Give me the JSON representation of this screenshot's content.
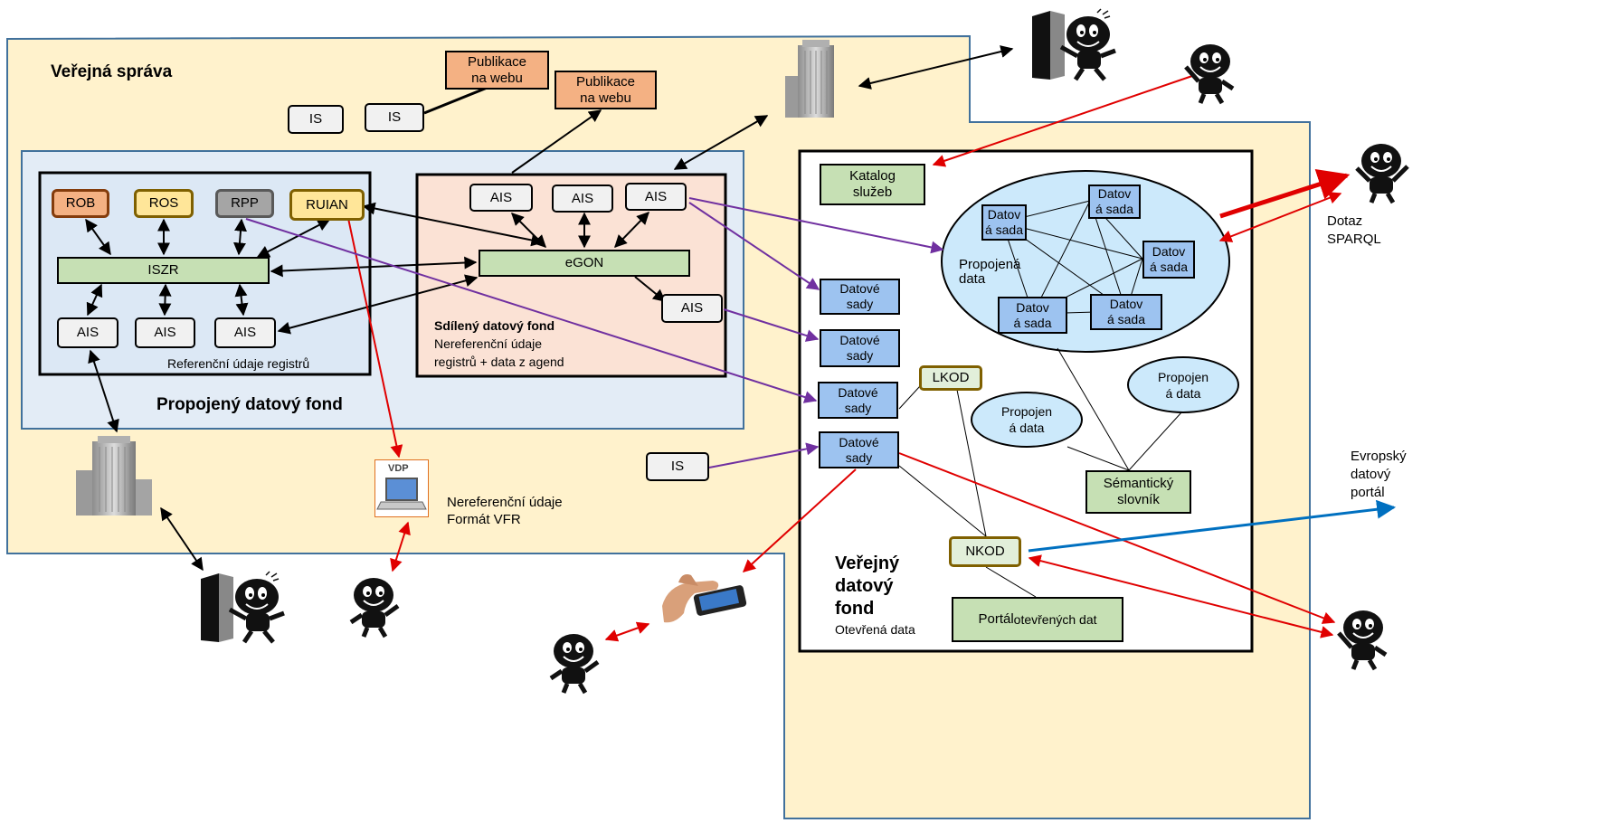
{
  "colors": {
    "public_admin_area": "#fff2cc",
    "propojeny_area": "#e3ecf6",
    "sdileny_area": "#fbe2d5",
    "linked_data_ellipse": "#cce9fb",
    "green_box": "#c6e0b4",
    "dataset_box": "#9dc3f0",
    "arrow_black": "#000000",
    "arrow_red": "#e00000",
    "arrow_purple": "#7030a0",
    "arrow_blue": "#0070c0"
  },
  "areas": {
    "verejna_sprava": "Veřejná správa",
    "propojeny_datovy_fond": "Propojený datový fond",
    "referencni_udaje": "Referenční údaje registrů",
    "sdileny_title": "Sdílený datový fond",
    "sdileny_line1": "Nereferenční údaje",
    "sdileny_line2": "registrů + data z agend",
    "verejny_title_1": "Veřejný",
    "verejny_title_2": "datový",
    "verejny_title_3": "fond",
    "verejny_subtitle": "Otevřená data"
  },
  "boxes": {
    "is_1": "IS",
    "is_2": "IS",
    "is_3": "IS",
    "publikace_1_line1": "Publikace",
    "publikace_1_line2": "na webu",
    "publikace_2_line1": "Publikace",
    "publikace_2_line2": "na webu",
    "rob": "ROB",
    "ros": "ROS",
    "rpp": "RPP",
    "ruian": "RUIAN",
    "iszr": "ISZR",
    "ais_ref_1": "AIS",
    "ais_ref_2": "AIS",
    "ais_ref_3": "AIS",
    "ais_sd_1": "AIS",
    "ais_sd_2": "AIS",
    "ais_sd_3": "AIS",
    "ais_sd_4": "AIS",
    "egon": "eGON",
    "katalog_line1": "Katalog",
    "katalog_line2": "služeb",
    "datove_sady_1": "Datové sady",
    "datove_sady_2": "Datové sady",
    "datove_sady_3": "Datové sady",
    "datove_sady_4": "Datové sady",
    "lkod": "LKOD",
    "nkod": "NKOD",
    "semanticky_line1": "Sémantický",
    "semanticky_line2": "slovník",
    "portal_a": "Portál ",
    "portal_b": "otevřených dat"
  },
  "linked_data": {
    "label_line1": "Propojená",
    "label_line2": "data",
    "dataset_line1": "Datov",
    "dataset_line2": "á sada",
    "small_ellipse_line1": "Propojen",
    "small_ellipse_line2": "á data"
  },
  "external_labels": {
    "dotaz": "Dotaz",
    "sparql": "SPARQL",
    "evropsky_1": "Evropský",
    "evropsky_2": "datový",
    "evropsky_3": "portál",
    "nerefer_1": "Nereferenční údaje",
    "nerefer_2": "Formát VFR",
    "vdp": "VDP"
  },
  "icons": [
    "building-icon",
    "door-person-icon",
    "person-icon",
    "laptop-vdp-icon",
    "phone-hand-icon"
  ]
}
